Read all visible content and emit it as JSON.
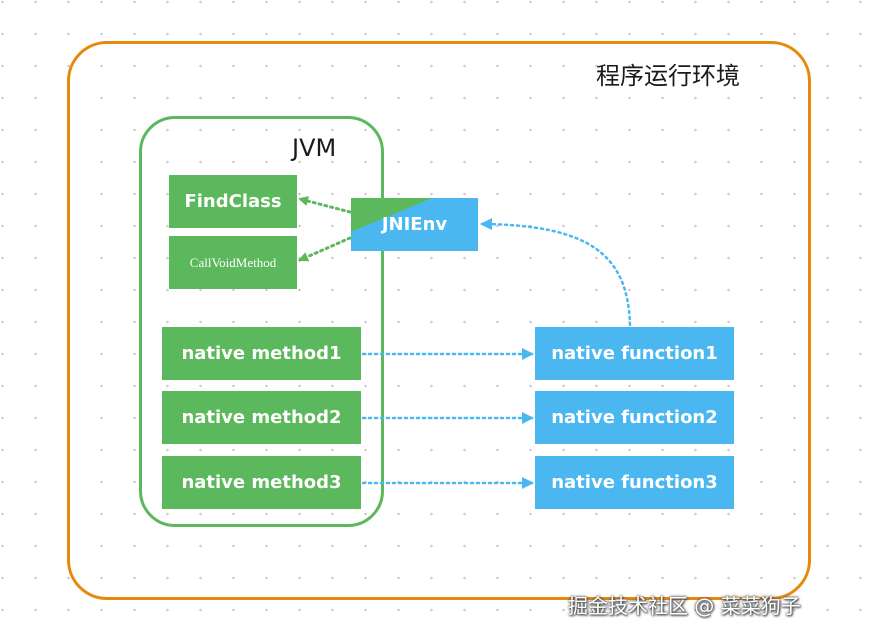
{
  "diagram": {
    "environment": {
      "label": "程序运行环境"
    },
    "jvm": {
      "label": "JVM",
      "functions": [
        {
          "label": "FindClass"
        },
        {
          "label": "CallVoidMethod"
        }
      ],
      "native_methods": [
        {
          "label": "native method1"
        },
        {
          "label": "native method2"
        },
        {
          "label": "native method3"
        }
      ]
    },
    "jnienv": {
      "label": "JNIEnv"
    },
    "native_functions": [
      {
        "label": "native function1"
      },
      {
        "label": "native function2"
      },
      {
        "label": "native function3"
      }
    ]
  },
  "watermark": {
    "text": "掘金技术社区 @ 菜菜狗子"
  },
  "colors": {
    "environment_border": "#e8890c",
    "jvm_green": "#5cb85c",
    "native_blue": "#4ab7f1"
  }
}
